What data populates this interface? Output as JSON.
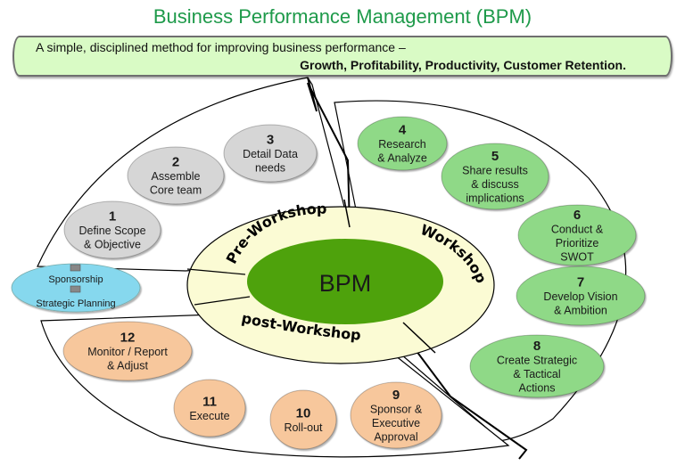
{
  "title": "Business Performance Management (BPM)",
  "banner": {
    "line1": "A simple, disciplined method for improving business performance –",
    "line2": "Growth, Profitability, Productivity, Customer Retention."
  },
  "center": {
    "label": "BPM"
  },
  "phases": {
    "pre": "Pre-Workshop",
    "workshop": "Workshop",
    "post": "post-Workshop"
  },
  "sponsorship": {
    "top": "Sponsorship",
    "bottom": "Strategic Planning"
  },
  "colors": {
    "title": "#1e9a4a",
    "banner_fill": "#d9fbc5",
    "pre_bubble": "#d6d6d6",
    "workshop_bubble": "#8fd987",
    "post_bubble": "#f7c79c",
    "sponsorship_bubble": "#86d8ee",
    "center": "#4ea20c",
    "ring": "#fbfbd4"
  },
  "steps": [
    {
      "num": "1",
      "lines": [
        "Define Scope",
        "& Objective"
      ],
      "phase": "pre"
    },
    {
      "num": "2",
      "lines": [
        "Assemble",
        "Core team"
      ],
      "phase": "pre"
    },
    {
      "num": "3",
      "lines": [
        "Detail Data",
        "needs"
      ],
      "phase": "pre"
    },
    {
      "num": "4",
      "lines": [
        "Research",
        "& Analyze"
      ],
      "phase": "workshop"
    },
    {
      "num": "5",
      "lines": [
        "Share results",
        "& discuss",
        "implications"
      ],
      "phase": "workshop"
    },
    {
      "num": "6",
      "lines": [
        "Conduct &",
        "Prioritize",
        "SWOT"
      ],
      "phase": "workshop"
    },
    {
      "num": "7",
      "lines": [
        "Develop Vision",
        "& Ambition"
      ],
      "phase": "workshop"
    },
    {
      "num": "8",
      "lines": [
        "Create Strategic",
        "& Tactical",
        "Actions"
      ],
      "phase": "workshop"
    },
    {
      "num": "9",
      "lines": [
        "Sponsor &",
        "Executive",
        "Approval"
      ],
      "phase": "post"
    },
    {
      "num": "10",
      "lines": [
        "Roll-out"
      ],
      "phase": "post"
    },
    {
      "num": "11",
      "lines": [
        "Execute"
      ],
      "phase": "post"
    },
    {
      "num": "12",
      "lines": [
        "Monitor / Report",
        "& Adjust"
      ],
      "phase": "post"
    }
  ]
}
